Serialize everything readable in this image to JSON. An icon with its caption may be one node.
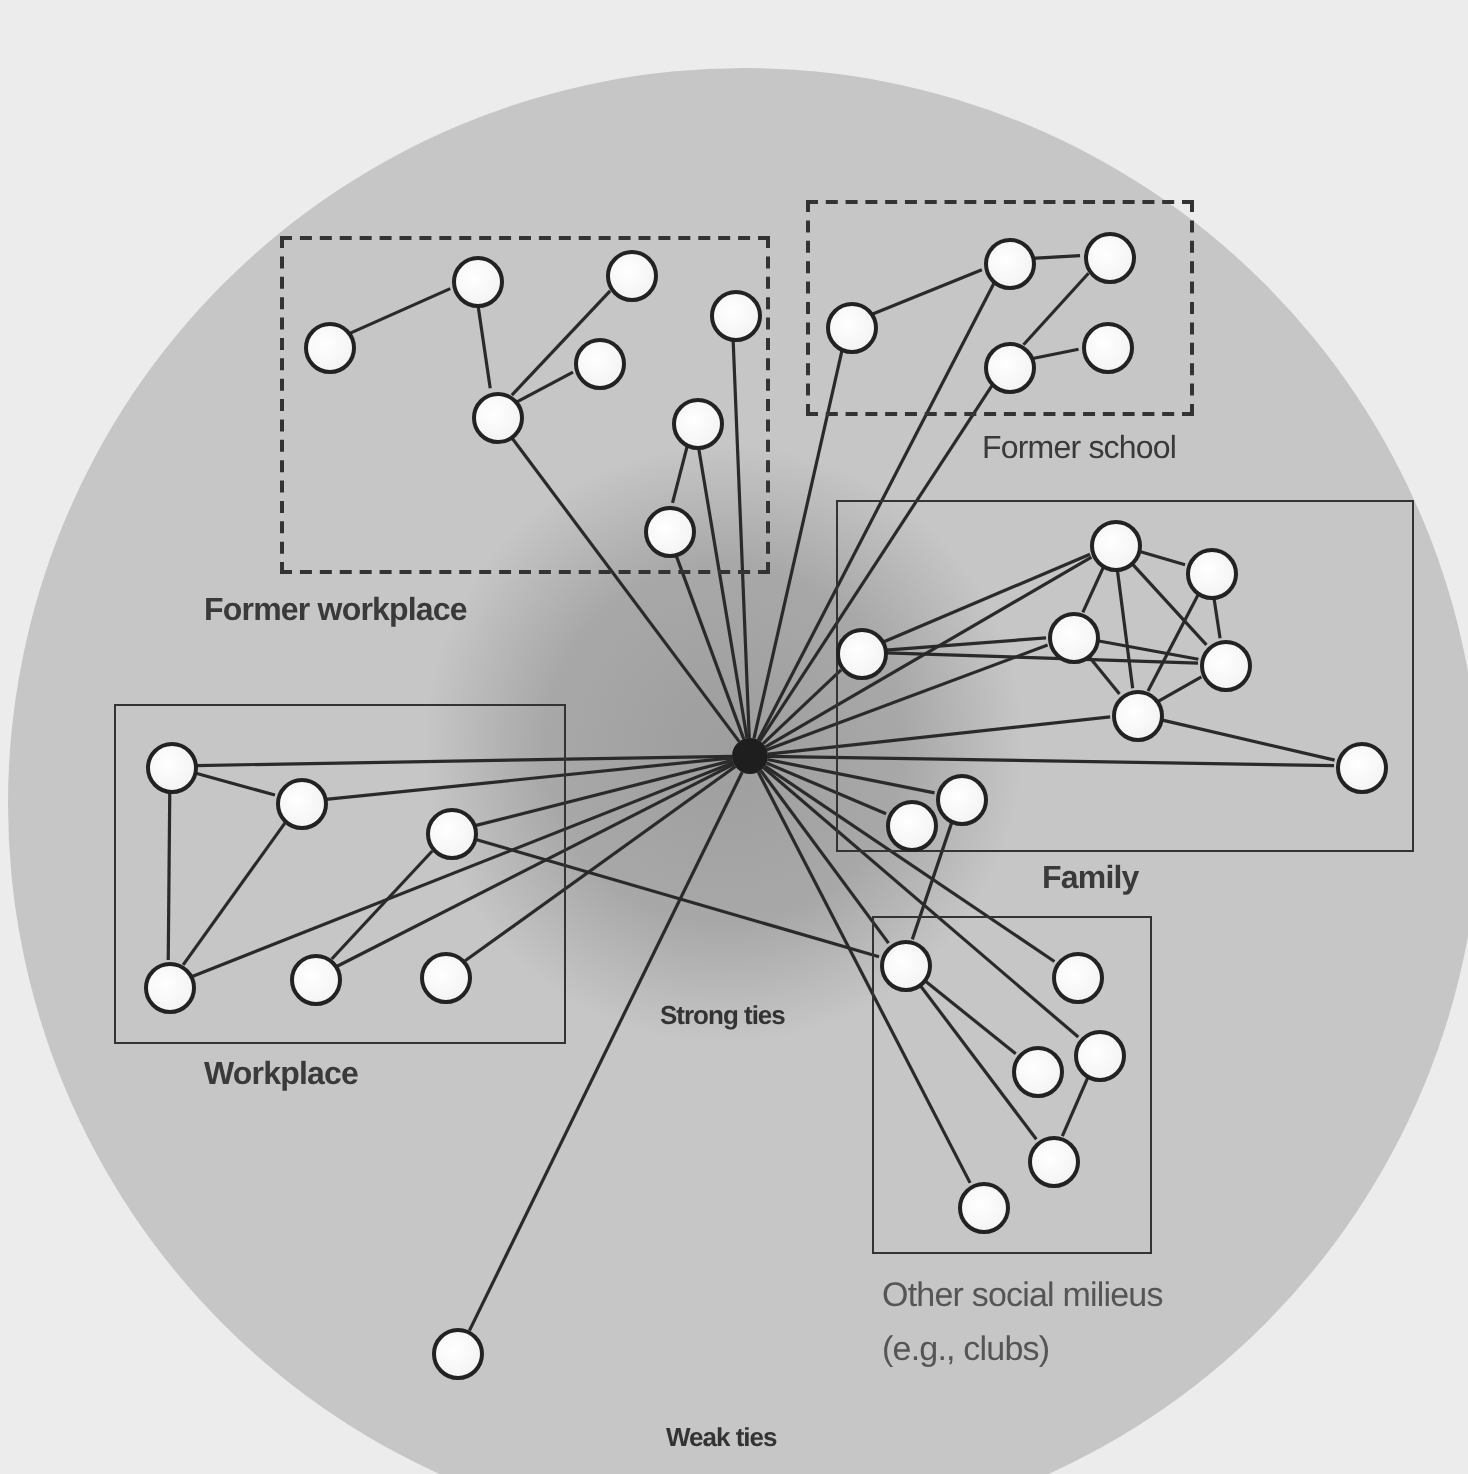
{
  "diagram": {
    "nodes": [
      {
        "text": [
          "Former workplace"
        ]
      },
      {
        "text": [],
        "shape": "circle",
        "in": 0
      },
      {
        "text": [],
        "shape": "circle",
        "in": 0
      },
      {
        "text": [],
        "shape": "circle",
        "in": 0
      },
      {
        "text": [],
        "shape": "circle",
        "in": 0
      },
      {
        "text": [],
        "shape": "circle",
        "in": 0
      },
      {
        "text": [],
        "shape": "circle",
        "in": 0
      },
      {
        "text": [],
        "shape": "circle",
        "in": 0
      },
      {
        "text": [],
        "shape": "circle",
        "in": 0
      },
      {
        "text": [
          "Former school"
        ]
      },
      {
        "text": [],
        "shape": "circle",
        "in": 9
      },
      {
        "text": [],
        "shape": "circle",
        "in": 9
      },
      {
        "text": [],
        "shape": "circle",
        "in": 9
      },
      {
        "text": [],
        "shape": "circle",
        "in": 9
      },
      {
        "text": [],
        "shape": "circle",
        "in": 9
      },
      {
        "text": [
          "Family"
        ]
      },
      {
        "text": [],
        "shape": "circle",
        "in": 15
      },
      {
        "text": [],
        "shape": "circle",
        "in": 15
      },
      {
        "text": [],
        "shape": "circle",
        "in": 15
      },
      {
        "text": [],
        "shape": "circle",
        "in": 15
      },
      {
        "text": [],
        "shape": "circle",
        "in": 15
      },
      {
        "text": [],
        "shape": "circle",
        "in": 15
      },
      {
        "text": [],
        "shape": "circle",
        "in": 15
      },
      {
        "text": [],
        "shape": "circle",
        "in": 15
      },
      {
        "text": [],
        "shape": "circle",
        "in": 15
      },
      {
        "text": [
          "Workplace"
        ]
      },
      {
        "text": [],
        "shape": "circle",
        "in": 25
      },
      {
        "text": [],
        "shape": "circle",
        "in": 25
      },
      {
        "text": [],
        "shape": "circle",
        "in": 25
      },
      {
        "text": [],
        "shape": "circle",
        "in": 25
      },
      {
        "text": [],
        "shape": "circle",
        "in": 25
      },
      {
        "text": [],
        "shape": "circle",
        "in": 25
      },
      {
        "text": [],
        "shape": "circle"
      },
      {
        "text": [
          "Other social milieus (e.g., clubs)"
        ]
      },
      {
        "text": [],
        "shape": "circle",
        "in": 33
      },
      {
        "text": [],
        "shape": "circle",
        "in": 33
      },
      {
        "text": [],
        "shape": "circle",
        "in": 33
      },
      {
        "text": [],
        "shape": "circle",
        "in": 33
      },
      {
        "text": [],
        "shape": "circle",
        "in": 33
      },
      {
        "text": [],
        "shape": "circle",
        "in": 33
      },
      {
        "text": [],
        "shape": "circle"
      }
    ],
    "edges": [
      {
        "from": 1,
        "to": 2,
        "arrow": "none"
      },
      {
        "from": 2,
        "to": 5,
        "arrow": "none"
      },
      {
        "from": 5,
        "to": 3,
        "arrow": "none"
      },
      {
        "from": 5,
        "to": 4,
        "arrow": "none"
      },
      {
        "from": 5,
        "to": 32,
        "arrow": "none"
      },
      {
        "from": 6,
        "to": 32,
        "arrow": "none"
      },
      {
        "from": 7,
        "to": 8,
        "arrow": "none"
      },
      {
        "from": 7,
        "to": 32,
        "arrow": "none"
      },
      {
        "from": 8,
        "to": 32,
        "arrow": "none"
      },
      {
        "from": 10,
        "to": 11,
        "arrow": "none"
      },
      {
        "from": 11,
        "to": 12,
        "arrow": "none"
      },
      {
        "from": 12,
        "to": 13,
        "arrow": "none"
      },
      {
        "from": 13,
        "to": 14,
        "arrow": "none"
      },
      {
        "from": 10,
        "to": 32,
        "arrow": "none"
      },
      {
        "from": 11,
        "to": 32,
        "arrow": "none"
      },
      {
        "from": 13,
        "to": 32,
        "arrow": "none"
      },
      {
        "from": 16,
        "to": 17,
        "arrow": "none"
      },
      {
        "from": 16,
        "to": 18,
        "arrow": "none"
      },
      {
        "from": 16,
        "to": 20,
        "arrow": "none"
      },
      {
        "from": 16,
        "to": 19,
        "arrow": "none"
      },
      {
        "from": 17,
        "to": 19,
        "arrow": "none"
      },
      {
        "from": 17,
        "to": 20,
        "arrow": "none"
      },
      {
        "from": 18,
        "to": 19,
        "arrow": "none"
      },
      {
        "from": 18,
        "to": 20,
        "arrow": "none"
      },
      {
        "from": 19,
        "to": 20,
        "arrow": "none"
      },
      {
        "from": 20,
        "to": 24,
        "arrow": "none"
      },
      {
        "from": 21,
        "to": 16,
        "arrow": "none"
      },
      {
        "from": 21,
        "to": 18,
        "arrow": "none"
      },
      {
        "from": 21,
        "to": 19,
        "arrow": "none"
      },
      {
        "from": 32,
        "to": 21,
        "arrow": "none"
      },
      {
        "from": 32,
        "to": 22,
        "arrow": "none"
      },
      {
        "from": 32,
        "to": 23,
        "arrow": "none"
      },
      {
        "from": 32,
        "to": 16,
        "arrow": "none"
      },
      {
        "from": 32,
        "to": 18,
        "arrow": "none"
      },
      {
        "from": 32,
        "to": 20,
        "arrow": "none"
      },
      {
        "from": 32,
        "to": 24,
        "arrow": "none"
      },
      {
        "from": 22,
        "to": 34,
        "arrow": "none"
      },
      {
        "from": 26,
        "to": 27,
        "arrow": "none"
      },
      {
        "from": 26,
        "to": 29,
        "arrow": "none"
      },
      {
        "from": 27,
        "to": 29,
        "arrow": "none"
      },
      {
        "from": 26,
        "to": 32,
        "arrow": "none"
      },
      {
        "from": 27,
        "to": 32,
        "arrow": "none"
      },
      {
        "from": 28,
        "to": 32,
        "arrow": "none"
      },
      {
        "from": 29,
        "to": 32,
        "arrow": "none"
      },
      {
        "from": 30,
        "to": 28,
        "arrow": "none"
      },
      {
        "from": 30,
        "to": 32,
        "arrow": "none"
      },
      {
        "from": 31,
        "to": 32,
        "arrow": "none"
      },
      {
        "from": 28,
        "to": 34,
        "arrow": "none"
      },
      {
        "from": 32,
        "to": 34,
        "arrow": "none"
      },
      {
        "from": 32,
        "to": 35,
        "arrow": "none"
      },
      {
        "from": 32,
        "to": 36,
        "arrow": "none"
      },
      {
        "from": 34,
        "to": 37,
        "arrow": "none"
      },
      {
        "from": 34,
        "to": 38,
        "arrow": "none"
      },
      {
        "from": 32,
        "to": 39,
        "arrow": "none"
      },
      {
        "from": 36,
        "to": 38,
        "arrow": "none"
      },
      {
        "from": 32,
        "to": 40,
        "arrow": "none"
      }
    ],
    "labels": [
      "Strong ties",
      "Weak ties"
    ]
  }
}
